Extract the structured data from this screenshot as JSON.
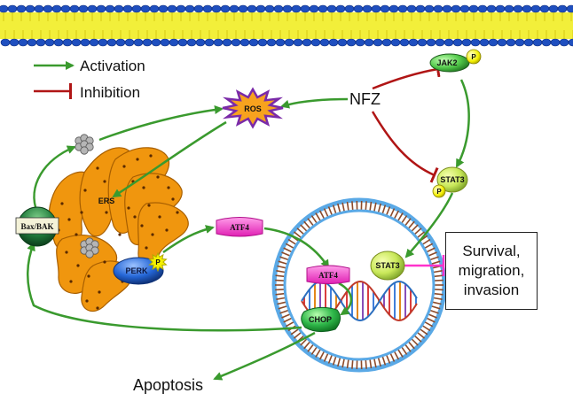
{
  "legend": {
    "activation": "Activation",
    "inhibition": "Inhibition"
  },
  "nodes": {
    "nfz": "NFZ",
    "ros": "ROS",
    "jak2": "JAK2",
    "stat3_cyto": "STAT3",
    "stat3_nuc": "STAT3",
    "atf4_cyto": "ATF4",
    "atf4_nuc": "ATF4",
    "chop": "CHOP",
    "perk": "PERK",
    "bax_bak": "Bax/BAK",
    "ers": "ERS",
    "apoptosis": "Apoptosis",
    "phospho": "P"
  },
  "outcome_box": "Survival,\nmigration,\ninvasion",
  "colors": {
    "activation": "#3a9a2e",
    "inhibition": "#b01515",
    "membrane_blue": "#1f4fbf",
    "membrane_yellow": "#f2ef3a",
    "er_orange": "#f0960e",
    "nucleus_ring": "#5aa9e6",
    "atf4_magenta": "#ff33cc",
    "stat3_green": "#c9e85a",
    "jak2_green": "#52c94a",
    "chop_green": "#2fb84a",
    "perk_blue": "#2466d6",
    "ros_orange": "#f7a21e",
    "bax_green": "#1f7a3a"
  }
}
